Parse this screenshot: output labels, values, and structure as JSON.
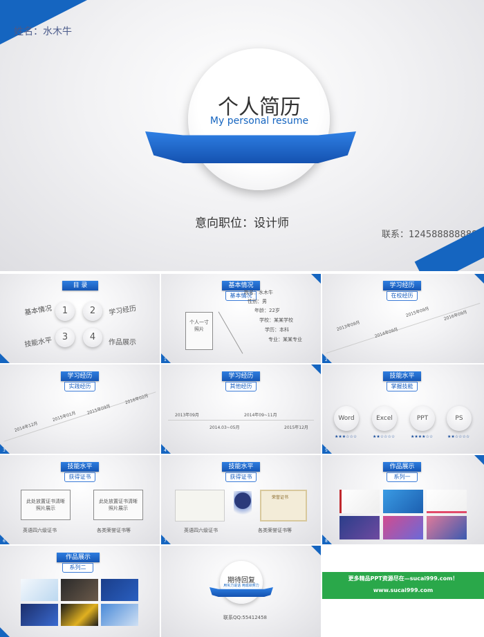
{
  "hero": {
    "name": "姓名：水木牛",
    "title": "个人简历",
    "subtitle": "My personal resume",
    "position": "意向职位：设计师",
    "contact": "联系：1245888888888"
  },
  "toc": {
    "title": "目 录",
    "items": [
      {
        "n": "1",
        "label": "基本情况"
      },
      {
        "n": "2",
        "label": "学习经历"
      },
      {
        "n": "3",
        "label": "技能水平"
      },
      {
        "n": "4",
        "label": "作品展示"
      }
    ]
  },
  "basic": {
    "title": "基本情况",
    "sub": "基本情况",
    "photo": "个人一寸照片",
    "fields": [
      "姓名：水木牛",
      "性别：男",
      "年龄：22岁",
      "学校：某某学校",
      "学历：本科",
      "专业：某某专业"
    ],
    "num": "1"
  },
  "study": {
    "title": "学习经历",
    "sub": "在校经历",
    "num": "2",
    "dates": [
      "2013年09月",
      "2014年09月",
      "2015年09月",
      "2016年09月"
    ]
  },
  "practice": {
    "title": "学习经历",
    "sub": "实践经历",
    "num": "3",
    "dates": [
      "2014年12月",
      "2015年01月",
      "2015年09月",
      "2016年02月"
    ]
  },
  "other": {
    "title": "学习经历",
    "sub": "其他经历",
    "num": "4",
    "dates": [
      "2013年09月",
      "2014.03~05月",
      "2014年09~11月",
      "2015年12月"
    ]
  },
  "skills": {
    "title": "技能水平",
    "sub": "掌握技能",
    "num": "5",
    "items": [
      {
        "name": "Word",
        "stars": "★★★☆☆☆"
      },
      {
        "name": "Excel",
        "stars": "★★☆☆☆☆"
      },
      {
        "name": "PPT",
        "stars": "★★★★☆☆"
      },
      {
        "name": "PS",
        "stars": "★★☆☆☆☆"
      }
    ]
  },
  "cert1": {
    "title": "技能水平",
    "sub": "获得证书",
    "num": "6",
    "box1": "此处放置证书清晰照片展示",
    "box2": "此处放置证书清晰照片展示",
    "cap1": "英语四六级证书",
    "cap2": "各类荣誉证书等"
  },
  "cert2": {
    "title": "技能水平",
    "sub": "获得证书",
    "num": "7",
    "cap1": "英语四六级证书",
    "cap2": "各类荣誉证书等",
    "honor": "荣誉证书"
  },
  "works1": {
    "title": "作品展示",
    "sub": "系列一",
    "num": "8"
  },
  "works2": {
    "title": "作品展示",
    "sub": "系列二"
  },
  "thanks": {
    "title": "期待回复",
    "sub": "用实力说话 用成绩努力",
    "contact": "联系QQ:55412458"
  },
  "ad": {
    "line1": "更多精品PPT资源尽在—sucai999.com！",
    "line2": "www.sucai999.com"
  },
  "colors": {
    "accent": "#1565c0",
    "green": "#2aa84a"
  }
}
